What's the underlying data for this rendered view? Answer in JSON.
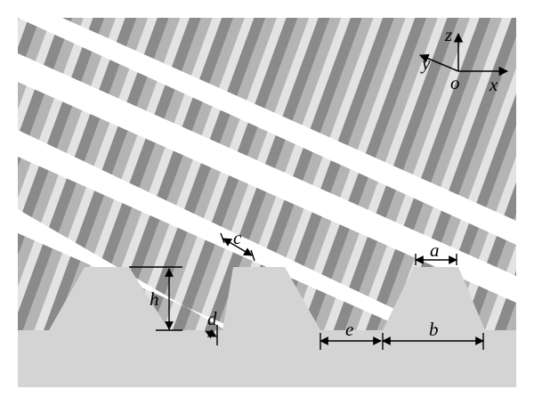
{
  "figure": {
    "axes": {
      "z": "z",
      "y": "y",
      "x": "x",
      "origin": "o"
    },
    "dimensions": {
      "a": "a",
      "b": "b",
      "c": "c",
      "d": "d",
      "e": "e",
      "h": "h"
    }
  },
  "colors": {
    "background": "#ffffff",
    "substrate": "#d4d4d4",
    "gap_light": "#e3e3e3",
    "bar_dark": "#8a8a8a",
    "bar_mid": "#a8a8a8",
    "bar_light": "#c6c6c6",
    "line": "#000000"
  }
}
